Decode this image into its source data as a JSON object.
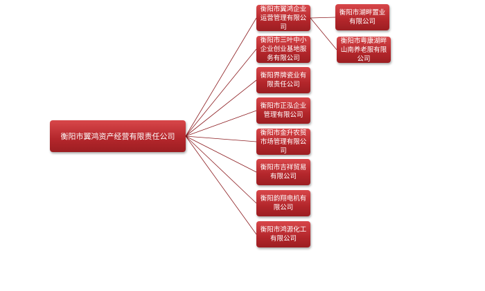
{
  "root": {
    "label": "衡阳市翼鸿资产经营有限责任公司"
  },
  "children": [
    {
      "label": "衡阳市翼鸿企业运营管理有限公司"
    },
    {
      "label": "衡阳市三叶中小企业创业基地服务有限公司"
    },
    {
      "label": "衡阳界牌瓷业有限责任公司"
    },
    {
      "label": "衡阳市正泓企业管理有限公司"
    },
    {
      "label": "衡阳市金升农贸市场管理有限公司"
    },
    {
      "label": "衡阳市吉祥贸易有限公司"
    },
    {
      "label": "衡阳韵翔电机有限公司"
    },
    {
      "label": "衡阳市鸿源化工有限公司"
    }
  ],
  "grandchildren": [
    {
      "label": "衡阳市湖畔置业有限公司"
    },
    {
      "label": "衡阳市粤康湖畔山南养老服有限公司"
    }
  ],
  "colors": {
    "box": "#b3262b",
    "line": "#8b1a1e"
  }
}
